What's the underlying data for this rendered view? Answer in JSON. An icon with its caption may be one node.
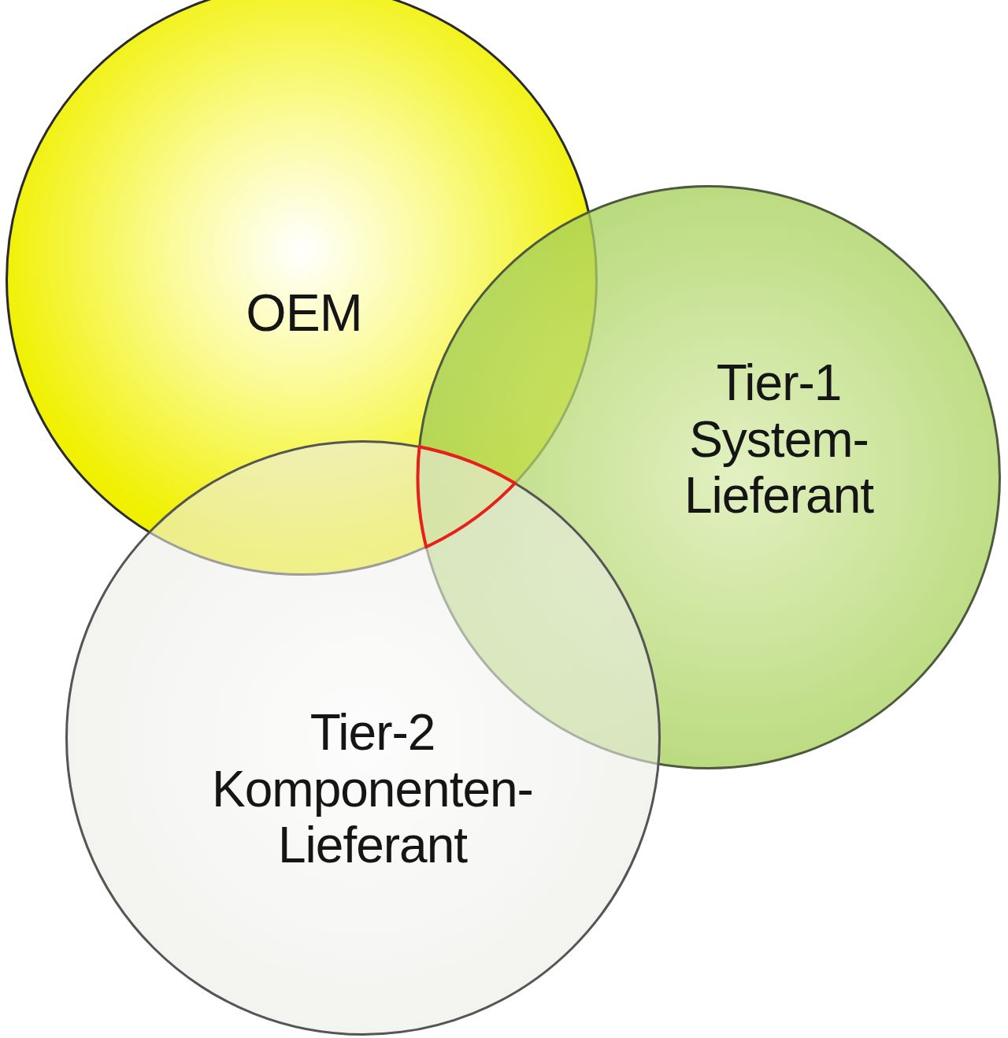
{
  "diagram": {
    "nodes": [
      {
        "text": [
          "OEM"
        ]
      },
      {
        "text": [
          "Tier-1",
          "System-Lieferant"
        ]
      },
      {
        "text": [
          "Tier-2",
          "Komponenten-Lieferant"
        ]
      }
    ]
  }
}
